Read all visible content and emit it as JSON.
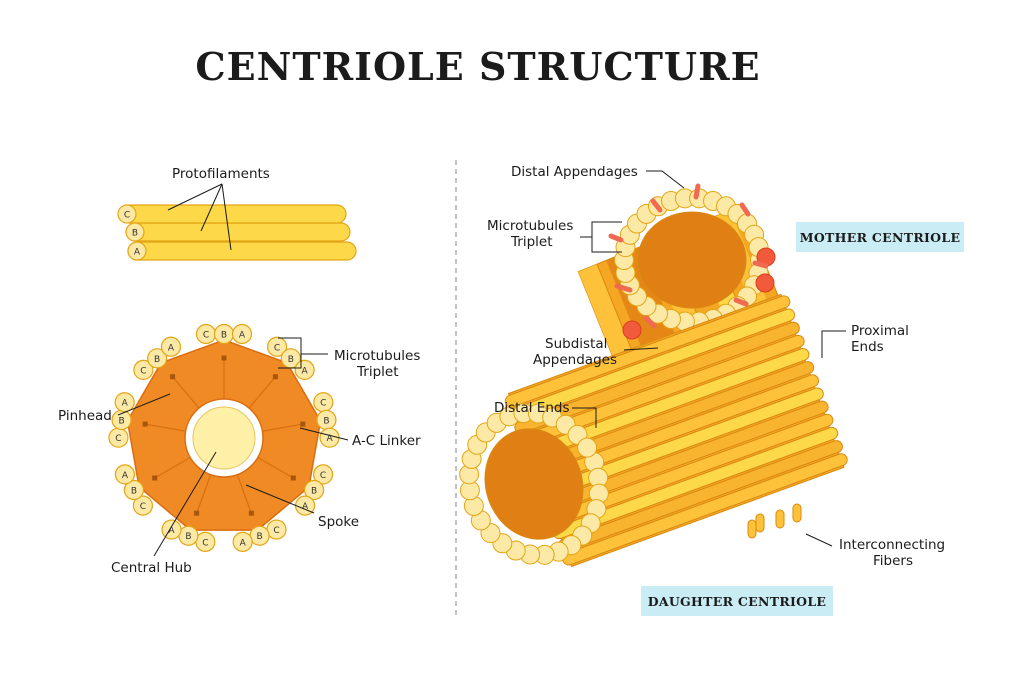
{
  "title": "CENTRIOLE STRUCTURE",
  "labels": {
    "protofilaments": "Protofilaments",
    "microtubules_triplet_line1": "Microtubules",
    "microtubules_triplet_line2": "Triplet",
    "pinhead": "Pinhead",
    "ac_linker": "A-C Linker",
    "spoke": "Spoke",
    "central_hub": "Central Hub",
    "distal_appendages": "Distal Appendages",
    "mt_triplet_right_line1": "Microtubules",
    "mt_triplet_right_line2": "Triplet",
    "subdistal_line1": "Subdistal",
    "subdistal_line2": "Appendages",
    "distal_ends": "Distal Ends",
    "proximal_line1": "Proximal",
    "proximal_line2": "Ends",
    "interconnecting_line1": "Interconnecting",
    "interconnecting_line2": "Fibers"
  },
  "badges": {
    "mother": "MOTHER CENTRIOLE",
    "daughter": "DAUGHTER CENTRIOLE"
  },
  "tubule_letters": [
    "A",
    "B",
    "C"
  ],
  "colors": {
    "tube_yellow": "#fdd849",
    "tube_orange": "#f5a623",
    "ring_orange": "#f08a24",
    "circle_fill": "#fde9a6",
    "hub_fill": "#fff0a8",
    "appendage_red": "#f15a3a",
    "badge_bg": "#c9ecf5"
  }
}
